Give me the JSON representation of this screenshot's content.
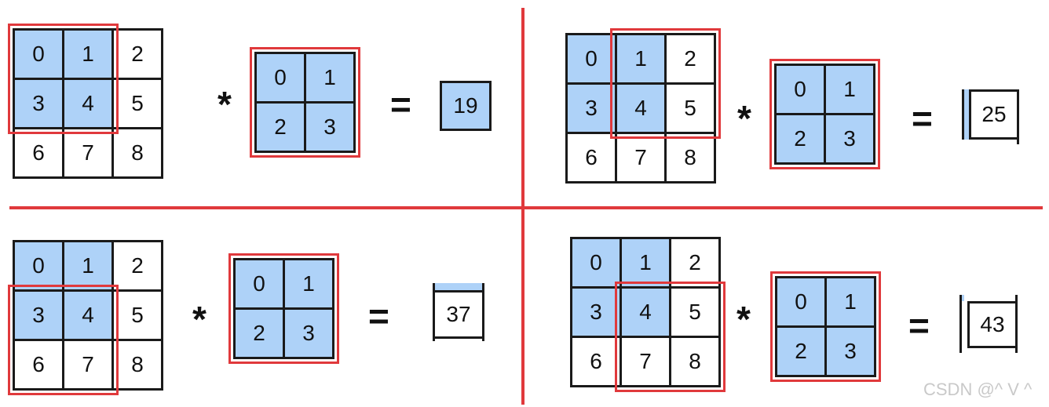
{
  "input": [
    "0",
    "1",
    "2",
    "3",
    "4",
    "5",
    "6",
    "7",
    "8"
  ],
  "kernel": [
    "0",
    "1",
    "2",
    "3"
  ],
  "steps": [
    {
      "result": "19",
      "window": [
        0,
        0
      ]
    },
    {
      "result": "25",
      "window": [
        0,
        1
      ]
    },
    {
      "result": "37",
      "window": [
        1,
        0
      ]
    },
    {
      "result": "43",
      "window": [
        1,
        1
      ]
    }
  ],
  "operators": {
    "multiply": "*",
    "equals": "="
  },
  "colors": {
    "highlight": "#aed2f8",
    "frame": "#e0393c",
    "line": "#1a1a1a"
  },
  "watermark": "CSDN @^ V ^"
}
